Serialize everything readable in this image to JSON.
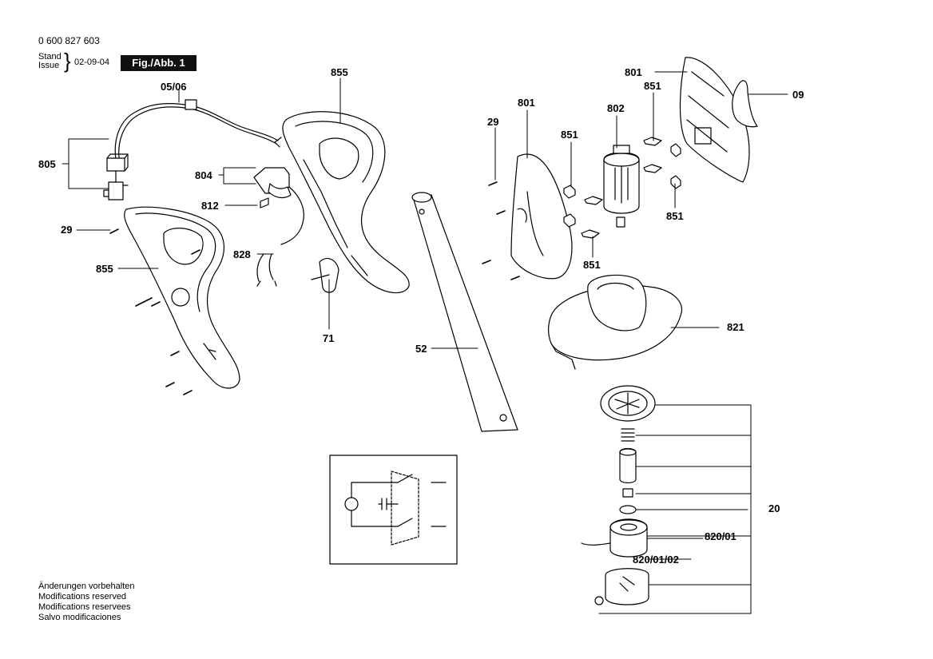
{
  "header": {
    "part_number": "0 600 827 603",
    "stand_label": "Stand",
    "issue_label": "Issue",
    "issue_date": "02-09-04",
    "figure_label": "Fig./Abb. 1"
  },
  "callouts": {
    "c_05_06": "05/06",
    "c_855_top": "855",
    "c_805": "805",
    "c_804": "804",
    "c_812": "812",
    "c_29_left": "29",
    "c_828": "828",
    "c_855_left": "855",
    "c_71": "71",
    "c_52": "52",
    "c_29_mid": "29",
    "c_801_a": "801",
    "c_851_a": "851",
    "c_802": "802",
    "c_801_b": "801",
    "c_851_b": "851",
    "c_09": "09",
    "c_851_c": "851",
    "c_851_d": "851",
    "c_821": "821",
    "c_20": "20",
    "c_820_01": "820/01",
    "c_820_01_02": "820/01/02"
  },
  "footer": {
    "line_de": "Änderungen vorbehalten",
    "line_en": "Modifications reserved",
    "line_fr": "Modifications reservees",
    "line_es": "Salvo modificaciones"
  }
}
